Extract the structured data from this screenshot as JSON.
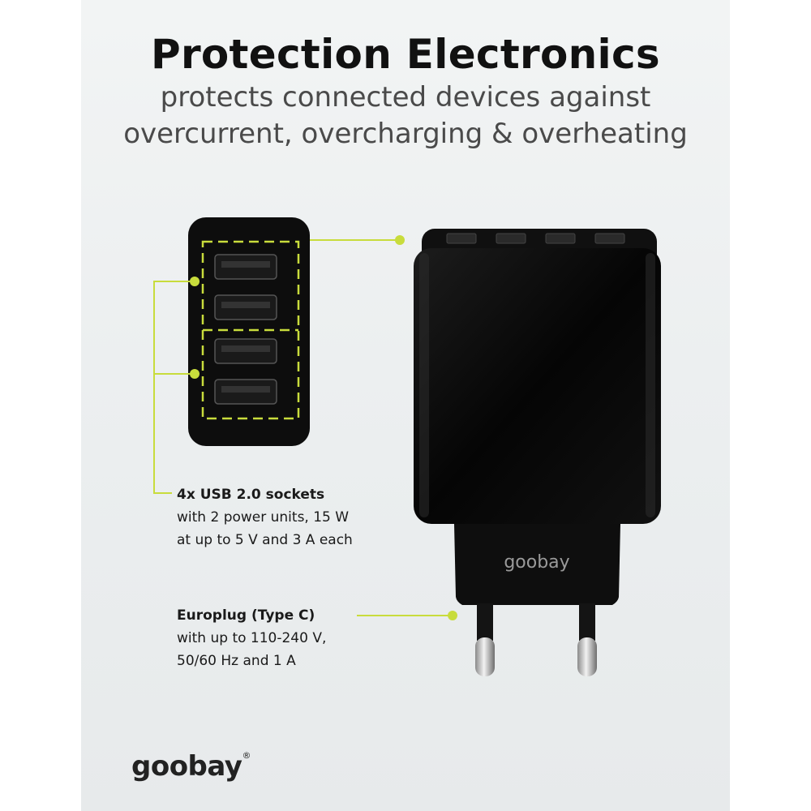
{
  "header": {
    "title": "Protection Electronics",
    "subtitle_line1": "protects connected devices against",
    "subtitle_line2": "overcurrent, overcharging & overheating"
  },
  "usb_callout": {
    "heading": "4x USB 2.0 sockets",
    "line1": "with 2 power units, 15 W",
    "line2": "at up to 5 V and 3 A each"
  },
  "plug_callout": {
    "heading": "Europlug (Type C)",
    "line1": "with up to 110-240 V,",
    "line2": "50/60 Hz and 1 A"
  },
  "brand": {
    "logo_text": "goobay",
    "device_logo_text": "goobay",
    "registered_mark": "®"
  },
  "colors": {
    "accent": "#c8dc3c",
    "device": "#0b0b0b",
    "background": "#eceff0"
  },
  "icons": [
    "usb-port-icon",
    "callout-dot-icon",
    "plug-pin-icon"
  ]
}
